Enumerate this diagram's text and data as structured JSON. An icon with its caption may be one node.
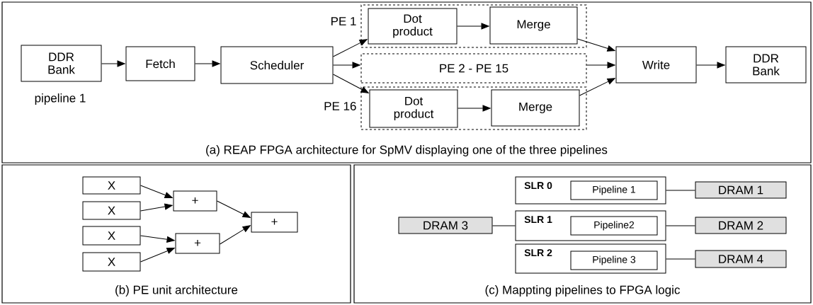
{
  "diagram": {
    "nodes": [
      {
        "text": [
          "(a) REAP FPGA architecture for SpMV displaying one of the three pipelines"
        ]
      },
      {
        "text": [
          "DDR Bank"
        ],
        "in": 0
      },
      {
        "text": [
          "Fetch"
        ],
        "in": 0
      },
      {
        "text": [
          "Scheduler"
        ],
        "in": 0
      },
      {
        "text": [],
        "shape": "box",
        "beside": [
          "PE 1"
        ],
        "in": 0
      },
      {
        "text": [
          "Dot product"
        ],
        "in": 4
      },
      {
        "text": [
          "Merge"
        ],
        "in": 4
      },
      {
        "text": [
          "PE 2 - PE 15"
        ],
        "in": 0
      },
      {
        "text": [],
        "shape": "box",
        "beside": [
          "PE 16"
        ],
        "in": 0
      },
      {
        "text": [
          "Dot product"
        ],
        "in": 8
      },
      {
        "text": [
          "Merge"
        ],
        "in": 8
      },
      {
        "text": [
          "Write"
        ],
        "in": 0
      },
      {
        "text": [
          "DDR Bank"
        ],
        "in": 0
      },
      {
        "text": [
          "(b) PE unit architecture"
        ]
      },
      {
        "text": [
          "X"
        ],
        "in": 13
      },
      {
        "text": [
          "X"
        ],
        "in": 13
      },
      {
        "text": [
          "X"
        ],
        "in": 13
      },
      {
        "text": [
          "X"
        ],
        "in": 13
      },
      {
        "text": [
          "+"
        ],
        "in": 13
      },
      {
        "text": [
          "+"
        ],
        "in": 13
      },
      {
        "text": [
          "+"
        ],
        "in": 13
      },
      {
        "text": [
          "(c) Mappting pipelines to FPGA logic"
        ]
      },
      {
        "text": [
          "SLR 0"
        ],
        "in": 21
      },
      {
        "text": [
          "Pipeline 1"
        ],
        "in": 22
      },
      {
        "text": [
          "DRAM 1"
        ],
        "in": 21
      },
      {
        "text": [
          "DRAM 3"
        ],
        "in": 21
      },
      {
        "text": [
          "SLR 1"
        ],
        "in": 21
      },
      {
        "text": [
          "Pipeline2"
        ],
        "in": 26
      },
      {
        "text": [
          "DRAM 2"
        ],
        "in": 21
      },
      {
        "text": [
          "SLR 2"
        ],
        "in": 21
      },
      {
        "text": [
          "Pipeline 3"
        ],
        "in": 29
      },
      {
        "text": [
          "DRAM 4"
        ],
        "in": 21
      }
    ],
    "edges": [
      {
        "from": 1,
        "to": 2,
        "arrow": "to"
      },
      {
        "from": 2,
        "to": 3,
        "arrow": "to"
      },
      {
        "from": 3,
        "to": 5,
        "arrow": "to"
      },
      {
        "from": 3,
        "to": 7,
        "arrow": "to"
      },
      {
        "from": 3,
        "to": 9,
        "arrow": "to"
      },
      {
        "from": 5,
        "to": 6,
        "arrow": "to"
      },
      {
        "from": 9,
        "to": 10,
        "arrow": "to"
      },
      {
        "from": 6,
        "to": 11,
        "arrow": "to"
      },
      {
        "from": 7,
        "to": 11,
        "arrow": "to"
      },
      {
        "from": 10,
        "to": 11,
        "arrow": "to"
      },
      {
        "from": 11,
        "to": 12,
        "arrow": "to"
      },
      {
        "from": 14,
        "to": 18,
        "arrow": "to"
      },
      {
        "from": 15,
        "to": 18,
        "arrow": "to"
      },
      {
        "from": 16,
        "to": 19,
        "arrow": "to"
      },
      {
        "from": 17,
        "to": 19,
        "arrow": "to"
      },
      {
        "from": 18,
        "to": 20,
        "arrow": "to"
      },
      {
        "from": 19,
        "to": 20,
        "arrow": "to"
      },
      {
        "from": 22,
        "to": 24,
        "arrow": "none"
      },
      {
        "from": 25,
        "to": 26,
        "arrow": "none"
      },
      {
        "from": 26,
        "to": 28,
        "arrow": "none"
      },
      {
        "from": 29,
        "to": 31,
        "arrow": "none"
      }
    ],
    "labels": [
      "pipeline 1"
    ]
  }
}
